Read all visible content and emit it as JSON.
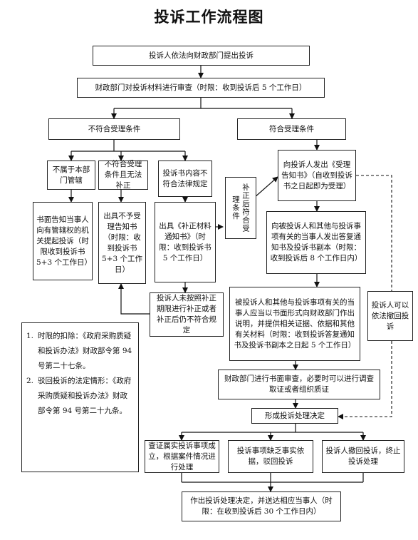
{
  "title": "投诉工作流程图",
  "nodes": {
    "submit": "投诉人依法向财政部门提出投诉",
    "review": "财政部门对投诉材料进行审查（时限：收到投诉后 5 个工作日）",
    "not_qualified": "不符合受理条件",
    "qualified": "符合受理条件",
    "not_in_scope": "不属于本部门管辖",
    "not_meet_cannot_fix": "不符合受理条件且无法补正",
    "content_not_compliant": "投诉书内容不符合法律规定",
    "written_notice": "书面告知当事人向有管辖权的机关提起投诉（时限收到投诉书 5+3 个工作日）",
    "reject_notice": "出具不予受理告知书（时限：收到投诉书 5+3 个工作日）",
    "supplement_notice": "出具《补正材料通知书》（时限：收到投诉书 5 个工作日）",
    "supplemented_ok": "补正后符合受理条件",
    "acceptance_notice": "向投诉人发出《受理告知书》（自收到投诉书之日起即为受理）",
    "send_copies": "向被投诉人和其他与投诉事项有关的当事人发出答复通知书及投诉书副本（时限：收到投诉后 8 个工作日内）",
    "failed_supplement": "投诉人未按照补正期限进行补正或者补正后仍不符合规定",
    "respond": "被投诉人和其他与投诉事项有关的当事人应当以书面形式向财政部门作出说明，并提供相关证据、依据和其他有关材料（时限：收到投诉答复通知书及投诉书副本之日起 5 个工作日）",
    "withdraw_anytime": "投诉人可以依法撤回投诉",
    "written_review": "财政部门进行书面审查，必要时可以进行调查取证或者组织质证",
    "decision": "形成投诉处理决定",
    "outcome_valid": "查证属实投诉事项成立，根据案件情况进行处理",
    "outcome_invalid": "投诉事项缺乏事实依据，驳回投诉",
    "outcome_withdrawn": "投诉人撤回投诉，终止投诉处理",
    "final": "作出投诉处理决定，并送达相应当事人（时限：在收到投诉后 30 个工作日内）"
  },
  "notes": [
    {
      "num": "1.",
      "text": "时限的扣除：《政府采购质疑和投诉办法》财政部令第 94 号第二十七条。"
    },
    {
      "num": "2.",
      "text": "驳回投诉的法定情形：《政府采购质疑和投诉办法》财政部令第 94 号第二十九条。"
    }
  ]
}
